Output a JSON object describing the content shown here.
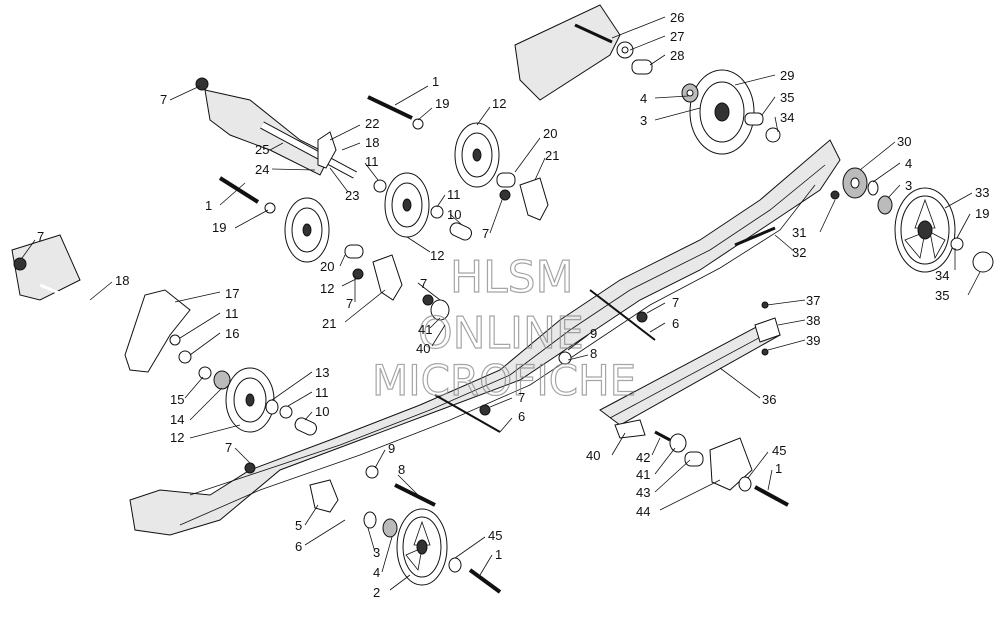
{
  "watermark": {
    "line1": "HLSM",
    "line2": "ONLINE",
    "line3": "MICROFICHE"
  },
  "callouts": [
    "1",
    "2",
    "3",
    "4",
    "5",
    "6",
    "7",
    "8",
    "9",
    "10",
    "11",
    "12",
    "13",
    "14",
    "15",
    "16",
    "17",
    "18",
    "19",
    "20",
    "21",
    "22",
    "23",
    "24",
    "25",
    "26",
    "27",
    "28",
    "29",
    "30",
    "31",
    "32",
    "33",
    "34",
    "35",
    "36",
    "37",
    "38",
    "39",
    "40",
    "41",
    "42",
    "43",
    "44",
    "45"
  ]
}
